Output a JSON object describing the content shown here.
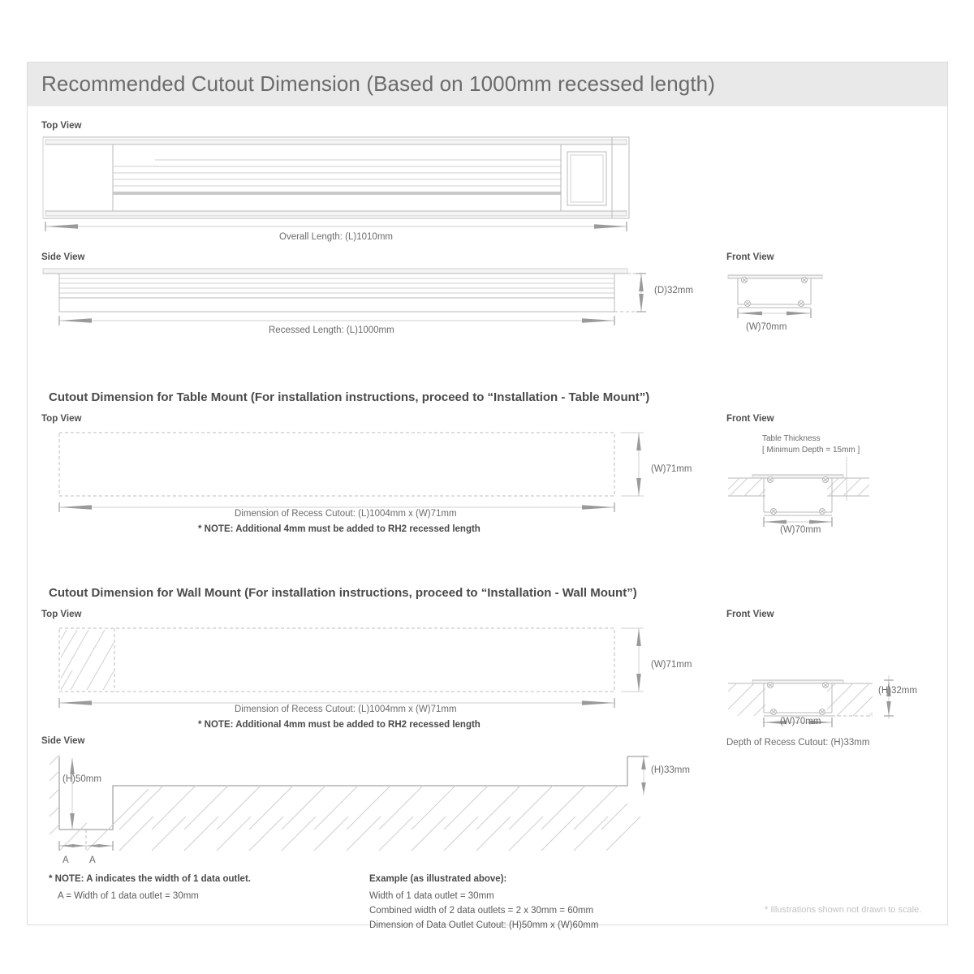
{
  "card": {
    "title": "Recommended Cutout Dimension (Based on 1000mm recessed length)"
  },
  "section_product": {
    "top_view_label": "Top View",
    "overall_length": "Overall Length: (L)1010mm",
    "side_view_label": "Side View",
    "recessed_length": "Recessed Length: (L)1000mm",
    "depth_dim": "(D)32mm",
    "front_view_label": "Front View",
    "front_width_dim": "(W)70mm"
  },
  "section_table": {
    "heading": "Cutout Dimension for Table Mount (For installation instructions, proceed to “Installation - Table Mount”)",
    "top_view_label": "Top View",
    "front_view_label": "Front View",
    "width_dim": "(W)71mm",
    "recess_cutout": "Dimension of Recess Cutout: (L)1004mm x (W)71mm",
    "note": "* NOTE: Additional 4mm must be added to RH2 recessed length",
    "table_thickness_line1": "Table Thickness",
    "table_thickness_line2": "[ Minimum Depth = 15mm ]",
    "front_width_dim": "(W)70mm"
  },
  "section_wall": {
    "heading": "Cutout Dimension for Wall Mount (For installation instructions, proceed to “Installation - Wall Mount”)",
    "top_view_label": "Top View",
    "front_view_label": "Front View",
    "width_dim": "(W)71mm",
    "recess_cutout": "Dimension of Recess Cutout: (L)1004mm x (W)71mm",
    "note": "* NOTE: Additional 4mm must be added to RH2 recessed length",
    "front_height_dim": "(H)32mm",
    "front_width_dim": "(W)70mm",
    "depth_of_recess": "Depth of Recess Cutout: (H)33mm",
    "side_view_label": "Side View",
    "side_height_dim": "(H)50mm",
    "side_depth_dim": "(H)33mm",
    "marker_a_left": "A",
    "marker_a_right": "A"
  },
  "notes": {
    "note_title": "* NOTE: A indicates the width of 1 data outlet.",
    "note_line": "A = Width of 1 data outlet = 30mm",
    "example_title": "Example (as illustrated above):",
    "example_line1": "Width of 1 data outlet = 30mm",
    "example_line2": "Combined width of 2 data outlets = 2 x 30mm = 60mm",
    "example_line3": "Dimension of Data Outlet Cutout: (H)50mm x (W)60mm"
  },
  "footer": {
    "disclaimer": "* Illustrations shown not drawn to scale."
  },
  "colors": {
    "header_band": "#e9e9e9",
    "card_border": "#dcdcdc",
    "title_text": "#6b6b6b",
    "line": "#b9b9b9"
  }
}
